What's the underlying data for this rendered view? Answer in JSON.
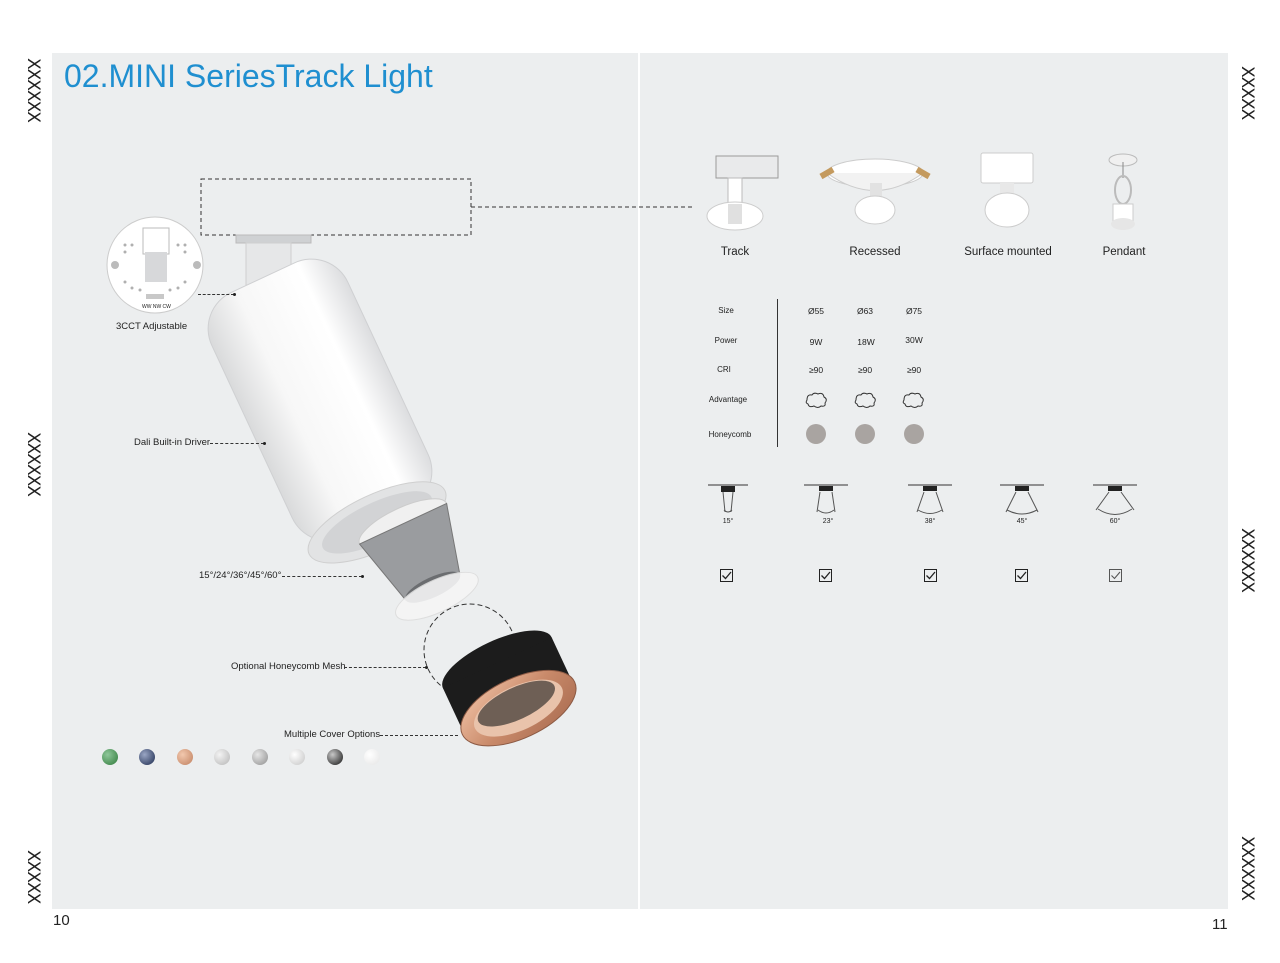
{
  "title": "02.MINI SeriesTrack Light",
  "margin_mark": "XXXXXX",
  "margin_mark_short": "XXXXX",
  "page_left": "10",
  "page_right": "11",
  "callouts": {
    "cct": "3CCT Adjustable",
    "dali": "Dali Built-in Driver",
    "angles": "15°/24°/36°/45°/60°",
    "honeycomb": "Optional Honeycomb Mesh",
    "cover": "Multiple Cover Options"
  },
  "cct_labels": "WW NW CW",
  "mount_types": [
    "Track",
    "Recessed",
    "Surface mounted",
    "Pendant"
  ],
  "specs": {
    "row_labels": [
      "Size",
      "Power",
      "CRI",
      "Advantage",
      "Honeycomb"
    ],
    "sizes": [
      "Ø55",
      "Ø63",
      "Ø75"
    ],
    "powers": [
      "9W",
      "18W",
      "30W"
    ],
    "cri": [
      "≥90",
      "≥90",
      "≥90"
    ]
  },
  "beam_angles": [
    "15°",
    "23°",
    "38°",
    "45°",
    "60°"
  ],
  "colors": {
    "title": "#1f8fd0",
    "page_bg": "#eceeef",
    "honeycomb": "#a9a4a1",
    "rose_gold": "#d39a7c"
  },
  "cover_swatches": [
    "green",
    "navy",
    "rose-gold",
    "silver",
    "grey",
    "light-silver",
    "black",
    "white"
  ]
}
